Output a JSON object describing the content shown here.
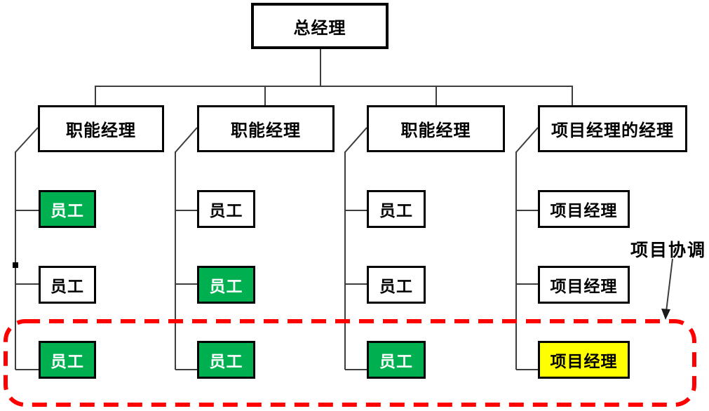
{
  "org_chart": {
    "root": {
      "label": "总经理"
    },
    "columns": [
      {
        "manager": {
          "label": "职能经理"
        },
        "members": [
          {
            "label": "员工",
            "fill": "green"
          },
          {
            "label": "员工",
            "fill": "white"
          },
          {
            "label": "员工",
            "fill": "green"
          }
        ]
      },
      {
        "manager": {
          "label": "职能经理"
        },
        "members": [
          {
            "label": "员工",
            "fill": "white"
          },
          {
            "label": "员工",
            "fill": "green"
          },
          {
            "label": "员工",
            "fill": "green"
          }
        ]
      },
      {
        "manager": {
          "label": "职能经理"
        },
        "members": [
          {
            "label": "员工",
            "fill": "white"
          },
          {
            "label": "员工",
            "fill": "white"
          },
          {
            "label": "员工",
            "fill": "green"
          }
        ]
      },
      {
        "manager": {
          "label": "项目经理的经理"
        },
        "members": [
          {
            "label": "项目经理",
            "fill": "white"
          },
          {
            "label": "项目经理",
            "fill": "white"
          },
          {
            "label": "项目经理",
            "fill": "yellow"
          }
        ]
      }
    ],
    "annotation": {
      "label": "项目协调"
    },
    "colors": {
      "highlight_green": "#00B050",
      "highlight_yellow": "#FFFF00",
      "dashed_region_red": "#FF0000",
      "connector_line": "#3d3d3d",
      "box_border": "#000000",
      "background": "#ffffff"
    }
  }
}
